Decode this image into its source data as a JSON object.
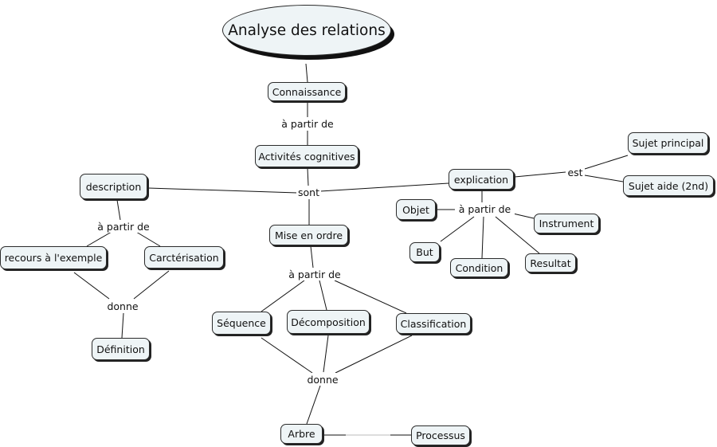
{
  "map": {
    "root": "Analyse des relations",
    "concepts": {
      "connaissance": "Connaissance",
      "activites": "Activités cognitives",
      "description": "description",
      "explication": "explication",
      "sujet_principal": "Sujet principal",
      "sujet_aide": "Sujet aide (2nd)",
      "objet": "Objet",
      "instrument": "Instrument",
      "but": "But",
      "condition": "Condition",
      "resultat": "Resultat",
      "mise_en_ordre": "Mise en ordre",
      "recours": "recours à l'exemple",
      "carcterisation": "Carctérisation",
      "definition": "Définition",
      "sequence": "Séquence",
      "decomposition": "Décomposition",
      "classification": "Classification",
      "arbre": "Arbre",
      "processus": "Processus"
    },
    "links": {
      "a_partir_de_1": "à partir de",
      "sont": "sont",
      "est": "est",
      "a_partir_de_2": "à partir de",
      "a_partir_de_3": "à partir de",
      "donne_1": "donne",
      "a_partir_de_4": "à partir de",
      "donne_2": "donne"
    }
  }
}
